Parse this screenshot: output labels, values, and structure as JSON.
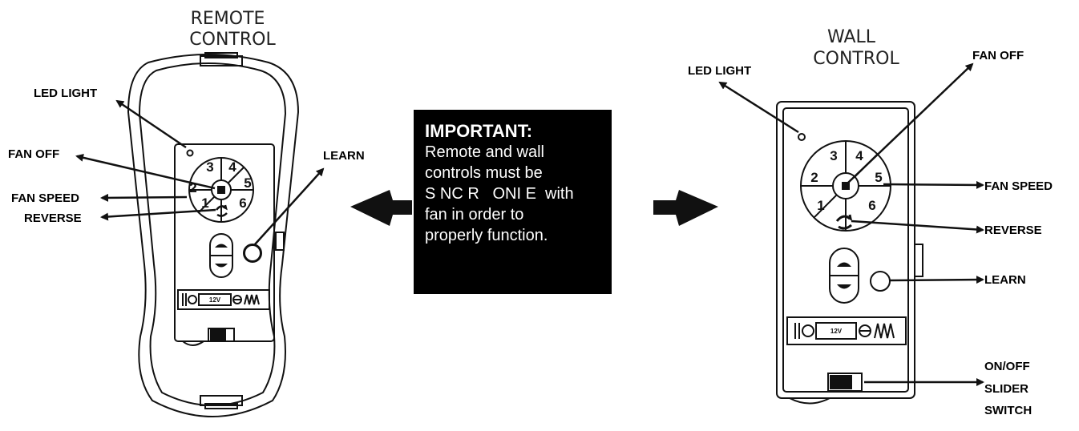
{
  "remote": {
    "title_line1": "REMOTE",
    "title_line2": "CONTROL",
    "labels": {
      "led_light": "LED LIGHT",
      "fan_off": "FAN OFF",
      "fan_speed": "FAN SPEED",
      "reverse": "REVERSE",
      "learn": "LEARN"
    },
    "speed_buttons": [
      "1",
      "2",
      "3",
      "4",
      "5",
      "6"
    ],
    "battery_voltage": "12V"
  },
  "wall": {
    "title_line1": "WALL",
    "title_line2": "CONTROL",
    "labels": {
      "led_light": "LED LIGHT",
      "fan_off": "FAN OFF",
      "fan_speed": "FAN SPEED",
      "reverse": "REVERSE",
      "learn": "LEARN",
      "slider_line1": "ON/OFF",
      "slider_line2": "SLIDER",
      "slider_line3": "SWITCH"
    },
    "speed_buttons": [
      "1",
      "2",
      "3",
      "4",
      "5",
      "6"
    ],
    "battery_voltage": "12V"
  },
  "notice": {
    "heading": "IMPORTANT:",
    "line1": "Remote and wall",
    "line2": "controls must be",
    "line3": "S NC R   ONI E  with",
    "line4": "fan in order to",
    "line5": "properly function."
  },
  "colors": {
    "line": "#111111",
    "notice_bg": "#000000",
    "notice_text": "#ffffff"
  }
}
